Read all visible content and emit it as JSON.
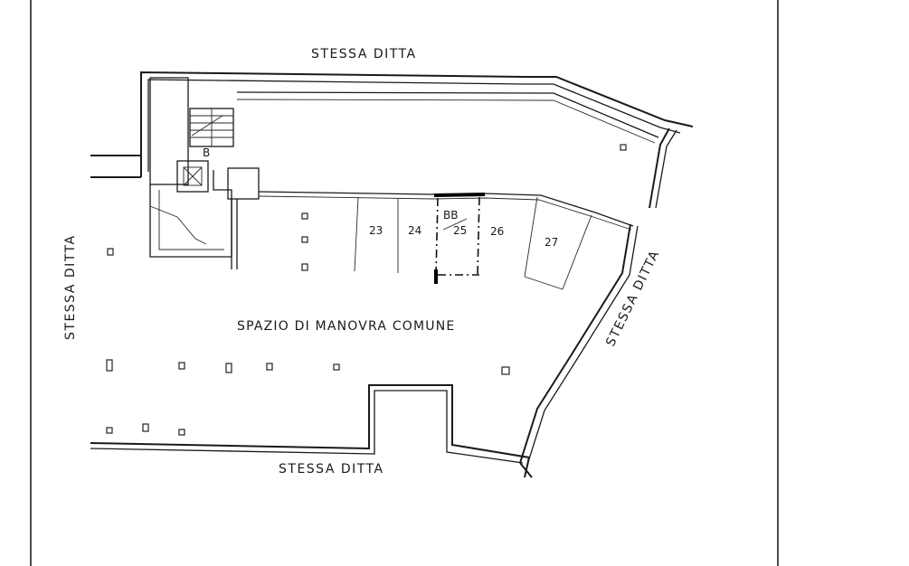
{
  "labels": {
    "top_street": "STESSA DITTA",
    "left_street": "STESSA DITTA",
    "right_street": "STESSA DITTA",
    "bottom_street": "STESSA DITTA",
    "common_area": "SPAZIO DI MANOVRA COMUNE",
    "stair_mark": "B"
  },
  "boxes": [
    {
      "number": "23"
    },
    {
      "number": "24"
    },
    {
      "number": "BB",
      "sub": "25",
      "highlighted": true
    },
    {
      "number": "26"
    },
    {
      "number": "27"
    }
  ]
}
